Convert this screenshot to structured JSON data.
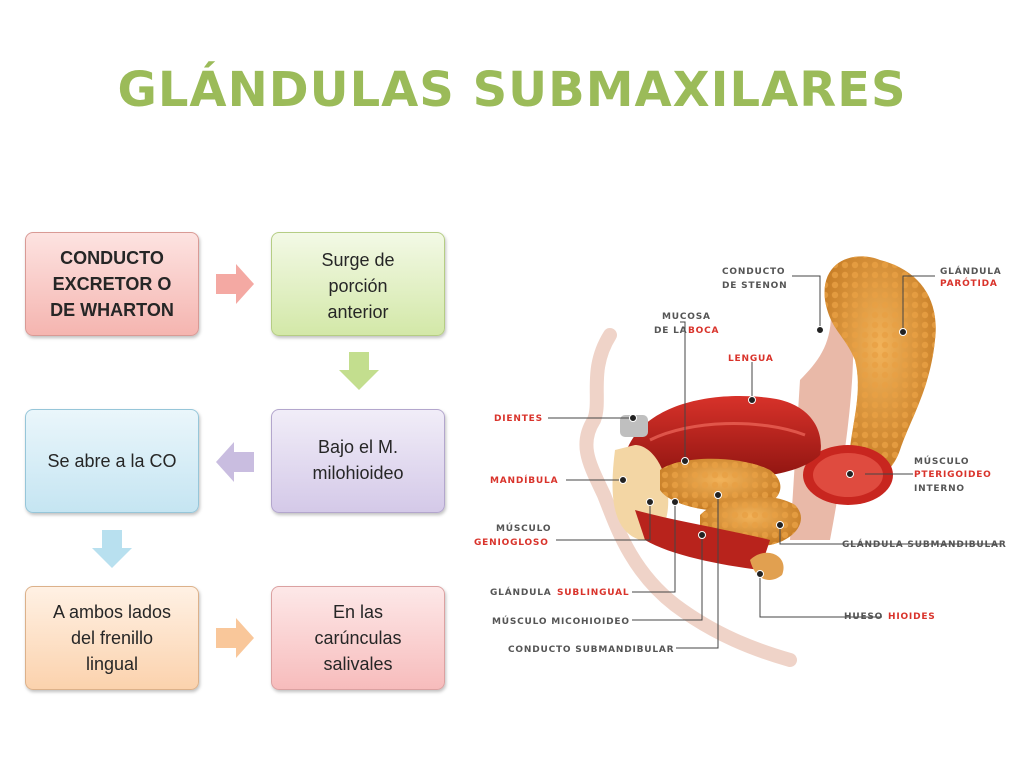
{
  "title": "GLÁNDULAS SUBMAXILARES",
  "flow": {
    "box1": "CONDUCTO\nEXCRETOR O\nDE WHARTON",
    "box2": "Surge de\nporción\nanterior",
    "box3": "Bajo el M.\nmilohioideo",
    "box4": "Se abre a la CO",
    "box5": "A ambos lados\ndel frenillo\nlingual",
    "box6": "En las\ncarúnculas\nsalivales"
  },
  "colors": {
    "title": "#9bbb59",
    "arrow_pink": "#f4a9a3",
    "arrow_green": "#c3de8e",
    "arrow_purple": "#c9bde0",
    "arrow_blue": "#b8e0ef",
    "arrow_orange": "#f9c79a"
  },
  "labels": {
    "conducto_stenon_1": "CONDUCTO",
    "conducto_stenon_2": "DE STENON",
    "glandula_parotida_1": "GLÁNDULA",
    "glandula_parotida_2": "PARÓTIDA",
    "mucosa_1": "MUCOSA",
    "mucosa_2": "DE LA",
    "mucosa_3": "BOCA",
    "lengua": "LENGUA",
    "dientes": "DIENTES",
    "mandibula": "MANDÍBULA",
    "pterigoideo_1": "MÚSCULO",
    "pterigoideo_2": "PTERIGOIDEO",
    "pterigoideo_3": "INTERNO",
    "geniogloso_1": "MÚSCULO",
    "geniogloso_2": "GENIOGLOSO",
    "submandibular": "GLÁNDULA SUBMANDIBULAR",
    "sublingual_1": "GLÁNDULA",
    "sublingual_2": "SUBLINGUAL",
    "hioides_1": "HUESO",
    "hioides_2": "HIOIDES",
    "micohioideo": "MÚSCULO MICOHIOIDEO",
    "conducto_submandibular": "CONDUCTO SUBMANDIBULAR"
  }
}
